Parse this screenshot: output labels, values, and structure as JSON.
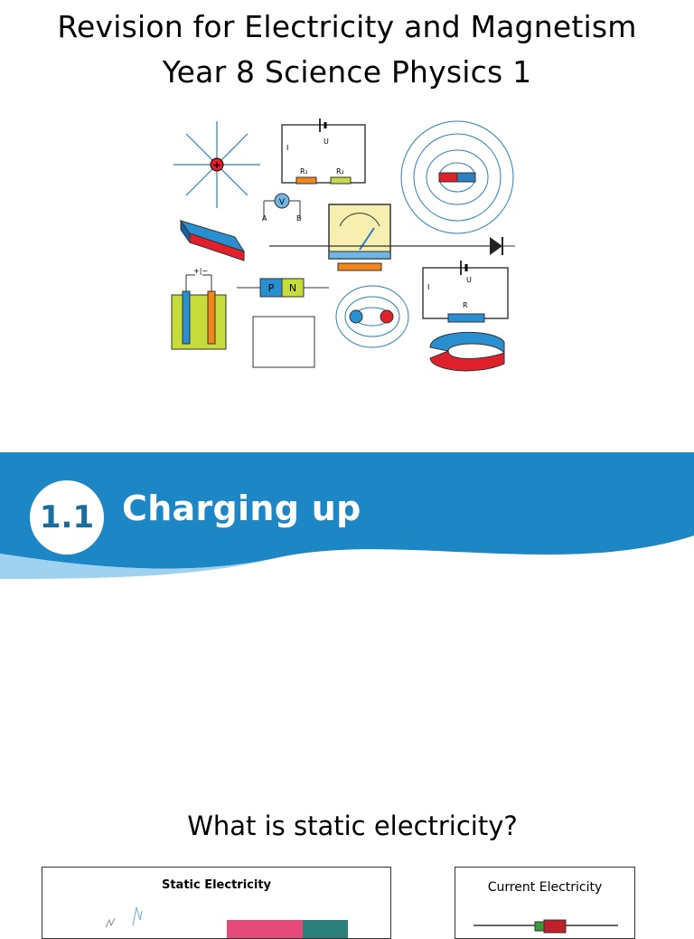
{
  "header": {
    "title_line1": "Revision for Electricity and Magnetism",
    "title_line2": "Year 8 Science Physics 1"
  },
  "illustration": {
    "labels": {
      "current": "I",
      "voltage": "U",
      "r1": "R₁",
      "r2": "R₂",
      "voltmeter": "V",
      "point_a": "A",
      "point_b": "B",
      "p": "P",
      "n": "N",
      "resistor": "R",
      "cell_terminals": "+|−"
    }
  },
  "banner": {
    "number": "1.1",
    "title": "Charging up",
    "colors": {
      "band": "#1d86c4",
      "badge": "#ffffff",
      "accent": "#1a6e9e"
    }
  },
  "question": "What is static electricity?",
  "cards": {
    "static_title": "Static Electricity",
    "current_title": "Current Electricity"
  }
}
